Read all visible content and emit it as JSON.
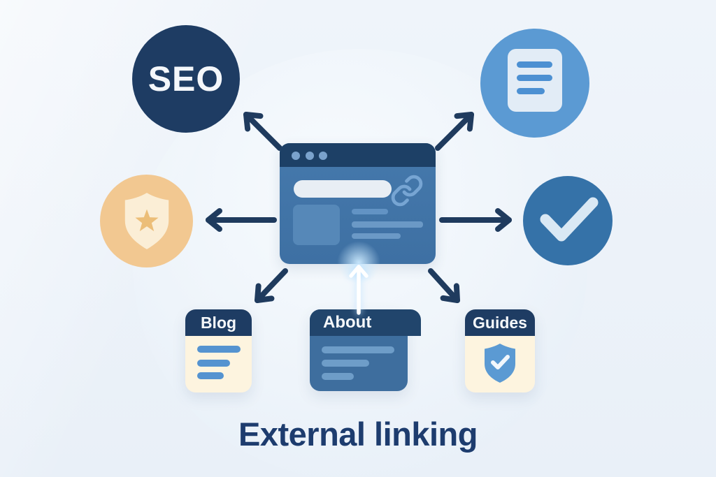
{
  "title": "External linking",
  "center": {
    "name": "webpage with external link",
    "icon": "link-icon",
    "browser_dots": 3
  },
  "nodes": {
    "seo": {
      "label": "SEO"
    },
    "document": {
      "icon": "document-icon"
    },
    "trust_badge": {
      "icon": "shield-star-icon"
    },
    "verified": {
      "icon": "check-icon"
    },
    "blog": {
      "label": "Blog"
    },
    "about": {
      "label": "About"
    },
    "guides": {
      "label": "Guides",
      "icon": "shield-check-icon"
    }
  },
  "edges": [
    {
      "from": "webpage",
      "to": "seo"
    },
    {
      "from": "webpage",
      "to": "document"
    },
    {
      "from": "webpage",
      "to": "trust_badge"
    },
    {
      "from": "webpage",
      "to": "verified"
    },
    {
      "from": "webpage",
      "to": "blog"
    },
    {
      "from": "webpage",
      "to": "guides"
    },
    {
      "from": "about",
      "to": "webpage",
      "highlighted": true
    }
  ],
  "colors": {
    "background": "#edf3fa",
    "navy": "#1e3c63",
    "arrow": "#1f3b5e",
    "light_blue": "#5b9ad3",
    "medium_blue": "#3572a8",
    "browser_header": "#1d4066",
    "browser_body": "#4478ab",
    "orange": "#f2c891",
    "cream": "#fdf4df",
    "title": "#1d3c6e",
    "highlight_arrow": "#ffffff"
  }
}
